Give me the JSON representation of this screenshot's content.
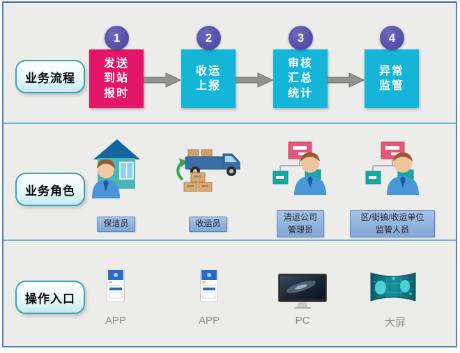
{
  "sections": {
    "process": {
      "label": "业务流程"
    },
    "roles": {
      "label": "业务角色"
    },
    "entries": {
      "label": "操作入口"
    }
  },
  "process_steps": [
    {
      "num": "1",
      "text": "发送\n到站\n报时",
      "bg": "#e31568"
    },
    {
      "num": "2",
      "text": "收运\n上报",
      "bg": "#14b5d6"
    },
    {
      "num": "3",
      "text": "审核\n汇总\n统计",
      "bg": "#14b5d6"
    },
    {
      "num": "4",
      "text": "异常\n监管",
      "bg": "#14b5d6"
    }
  ],
  "role_items": [
    {
      "icon": "cleaner-house-icon",
      "label": "保洁员"
    },
    {
      "icon": "collection-truck-icon",
      "label": "收运员"
    },
    {
      "icon": "org-admin-person-icon",
      "label": "清运公司\n管理员"
    },
    {
      "icon": "org-supervisor-person-icon",
      "label": "区/街镇/收运单位\n监管人员"
    }
  ],
  "entry_items": [
    {
      "icon": "mobile-app-icon",
      "label": "APP"
    },
    {
      "icon": "mobile-app-icon",
      "label": "APP"
    },
    {
      "icon": "desktop-pc-icon",
      "label": "PC"
    },
    {
      "icon": "big-screen-icon",
      "label": "大屏"
    }
  ],
  "colors": {
    "frame_border": "#4f81bd",
    "row_divider": "#6cb8cd",
    "panel_background": "#ecedeb",
    "step1_bg": "#e31568",
    "step_bg": "#14b5d6",
    "step_number_bg": "#5551a8",
    "pill_border": "#3ba3b5",
    "role_label_bg": "#8fb1da",
    "role_label_border": "#5f88bd",
    "arrow_gray": "#919191"
  }
}
